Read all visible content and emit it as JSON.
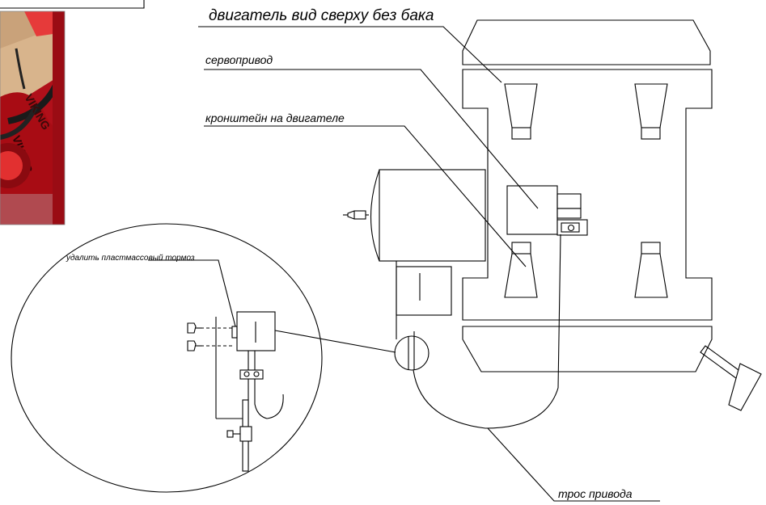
{
  "labels": {
    "engine_top_view": "двигатель вид сверху без бака",
    "servo": "сервопривод",
    "engine_bracket": "кронштейн на двигателе",
    "remove_brake": "удалить пластмассовый тормоз",
    "drive_cable": "трос привода"
  },
  "photo": {
    "description_icon": "red-mower-photo",
    "colors": {
      "red": "#c8141e",
      "dark": "#3a0a0a",
      "tan": "#c9a27a"
    }
  },
  "colors": {
    "line": "#000000",
    "background": "#ffffff"
  }
}
